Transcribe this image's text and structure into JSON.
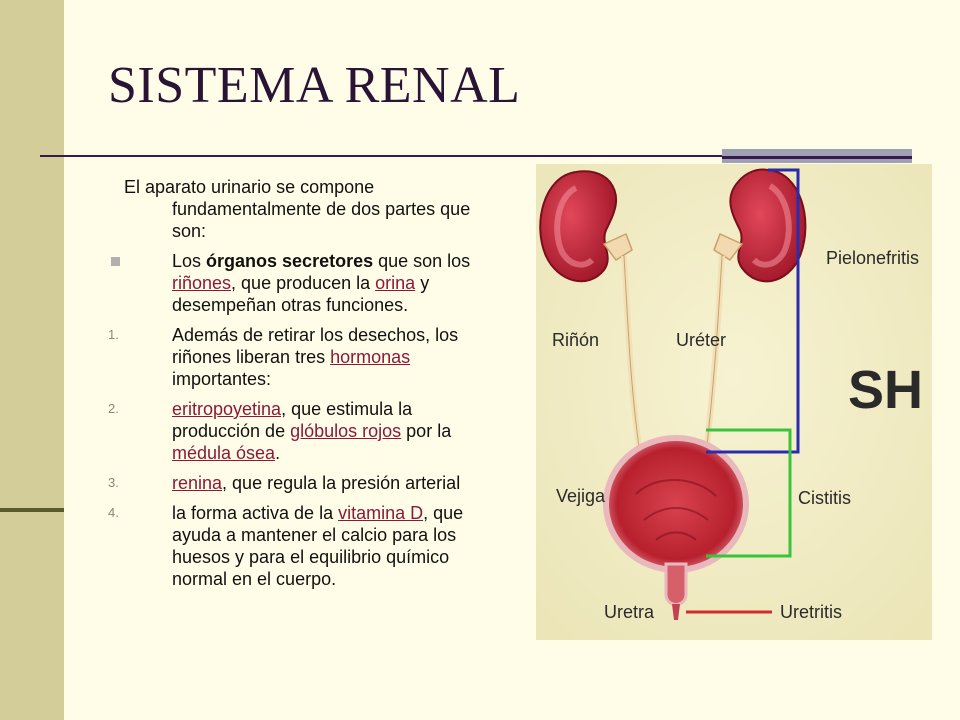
{
  "slide": {
    "title": "SISTEMA RENAL",
    "intro": "El aparato urinario se compone fundamentalmente de dos partes que son:",
    "bullet": {
      "t1": "Los ",
      "bold": "órganos secretores",
      "t2": " que son los ",
      "link1": "riñones",
      "t3": ", que producen la ",
      "link2": "orina",
      "t4": " y desempeñan otras funciones."
    },
    "items": [
      {
        "num": "1.",
        "t1": "Además de retirar los desechos, los riñones liberan tres ",
        "link": "hormonas",
        "t2": " importantes:"
      },
      {
        "num": "2.",
        "link1": "eritropoyetina",
        "t1": ", que estimula la producción de ",
        "link2": "glóbulos rojos",
        "t2": " por la ",
        "link3": "médula ósea",
        "t3": "."
      },
      {
        "num": "3.",
        "link": "renina",
        "t1": ", que regula la presión arterial"
      },
      {
        "num": "4.",
        "t1": "la forma activa de la ",
        "link": "vitamina D",
        "t2": ", que ayuda a mantener el calcio para los huesos y para el equilibrio químico normal en el cuerpo."
      }
    ]
  },
  "diagram": {
    "labels": {
      "rinon": "Riñón",
      "ureter": "Uréter",
      "pielonefritis": "Pielonefritis",
      "vejiga": "Vejiga",
      "cistitis": "Cistitis",
      "uretra": "Uretra",
      "uretritis": "Uretritis",
      "logo": "SH"
    },
    "colors": {
      "blue_line": "#2b2bb0",
      "green_line": "#3bc43b",
      "red_line": "#d42a2a",
      "kidney": "#c42032"
    }
  }
}
